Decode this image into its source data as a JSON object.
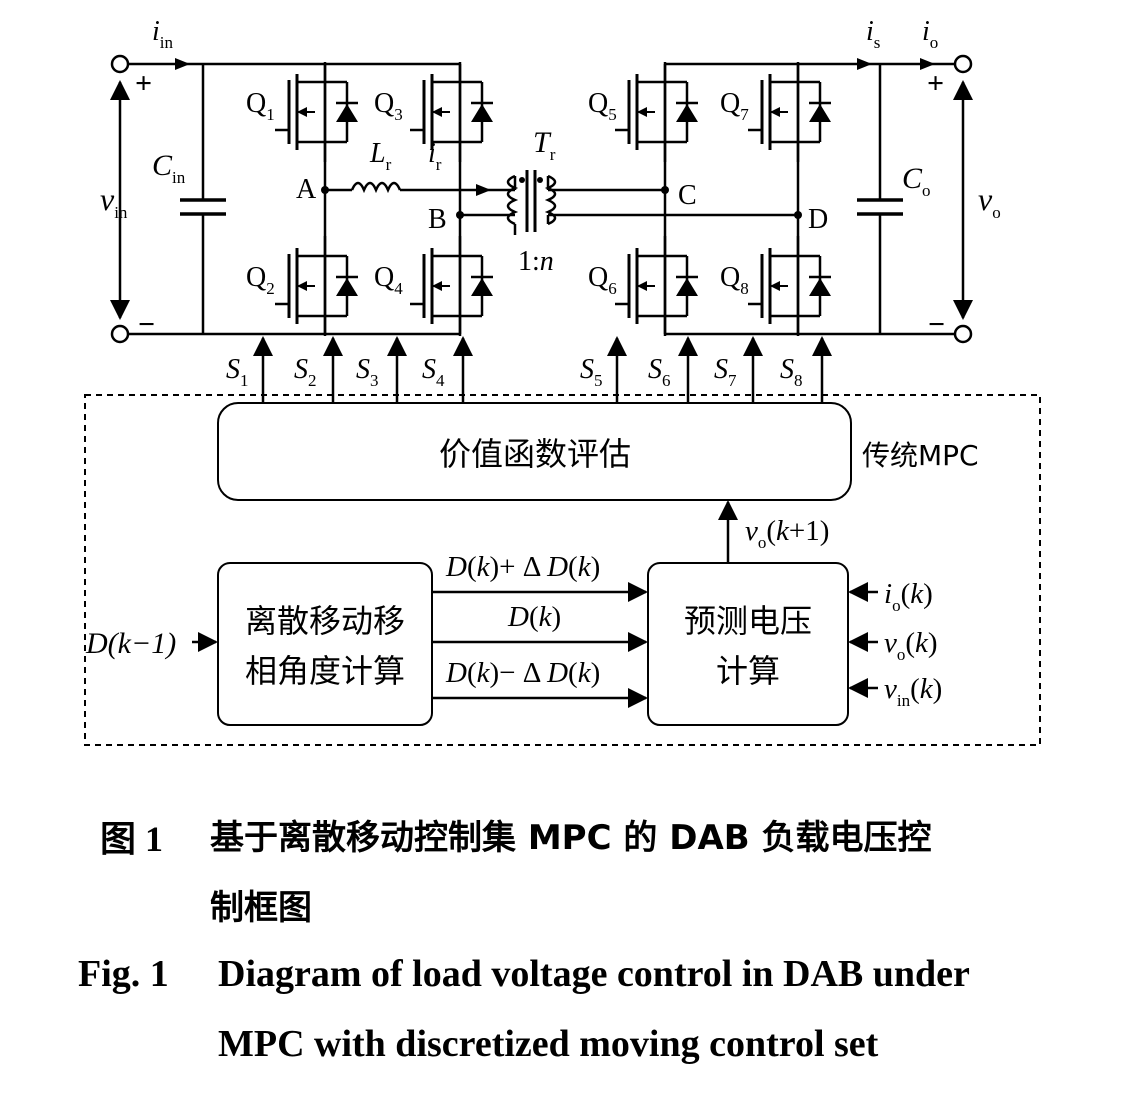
{
  "circuit": {
    "i_in": {
      "main": "i",
      "sub": "in"
    },
    "i_s": {
      "main": "i",
      "sub": "s"
    },
    "i_o": {
      "main": "i",
      "sub": "o"
    },
    "v_in": {
      "main": "v",
      "sub": "in"
    },
    "v_o": {
      "main": "v",
      "sub": "o"
    },
    "C_in": {
      "main": "C",
      "sub": "in"
    },
    "C_o": {
      "main": "C",
      "sub": "o"
    },
    "L_r": {
      "main": "L",
      "sub": "r"
    },
    "i_r": {
      "main": "i",
      "sub": "r"
    },
    "T_r": {
      "main": "T",
      "sub": "r"
    },
    "ratio": {
      "prefix": "1:",
      "n": "n"
    },
    "plus": "+",
    "minus": "−",
    "nodes": {
      "A": "A",
      "B": "B",
      "C": "C",
      "D": "D"
    },
    "switches": [
      {
        "main": "Q",
        "sub": "1"
      },
      {
        "main": "Q",
        "sub": "3"
      },
      {
        "main": "Q",
        "sub": "2"
      },
      {
        "main": "Q",
        "sub": "4"
      },
      {
        "main": "Q",
        "sub": "5"
      },
      {
        "main": "Q",
        "sub": "7"
      },
      {
        "main": "Q",
        "sub": "6"
      },
      {
        "main": "Q",
        "sub": "8"
      }
    ],
    "signals": [
      {
        "main": "S",
        "sub": "1"
      },
      {
        "main": "S",
        "sub": "2"
      },
      {
        "main": "S",
        "sub": "3"
      },
      {
        "main": "S",
        "sub": "4"
      },
      {
        "main": "S",
        "sub": "5"
      },
      {
        "main": "S",
        "sub": "6"
      },
      {
        "main": "S",
        "sub": "7"
      },
      {
        "main": "S",
        "sub": "8"
      }
    ]
  },
  "controller": {
    "cost_block": "价值函数评估",
    "mpc_label": "传统MPC",
    "dmps_block": [
      "离散移动移",
      "相角度计算"
    ],
    "predict_block": [
      "预测电压",
      "计算"
    ],
    "input_prev": "D(k−1)",
    "arrow_plus": {
      "a": "D",
      "b": "(",
      "c": "k",
      "d": ")+ Δ ",
      "e": "D",
      "f": "(",
      "g": "k",
      "h": ")"
    },
    "arrow_mid": {
      "a": "D",
      "b": "(",
      "c": "k",
      "d": ")"
    },
    "arrow_minus": {
      "a": "D",
      "b": "(",
      "c": "k",
      "d": ")− Δ ",
      "e": "D",
      "f": "(",
      "g": "k",
      "h": ")"
    },
    "vo_next": {
      "v": "v",
      "sub": "o",
      "rest1": "(",
      "k": "k",
      "rest2": "+1)"
    },
    "in_io": {
      "v": "i",
      "sub": "o",
      "r1": "(",
      "k": "k",
      "r2": ")"
    },
    "in_vo": {
      "v": "v",
      "sub": "o",
      "r1": "(",
      "k": "k",
      "r2": ")"
    },
    "in_vin": {
      "v": "v",
      "sub": "in",
      "r1": "(",
      "k": "k",
      "r2": ")"
    }
  },
  "caption": {
    "cn_label": "图 1",
    "cn_line1": "基于离散移动控制集 MPC 的 DAB 负载电压控",
    "cn_line2": "制框图",
    "en_label": "Fig. 1",
    "en_line1": "Diagram of load voltage control in DAB under",
    "en_line2": "MPC with discretized moving control set"
  }
}
